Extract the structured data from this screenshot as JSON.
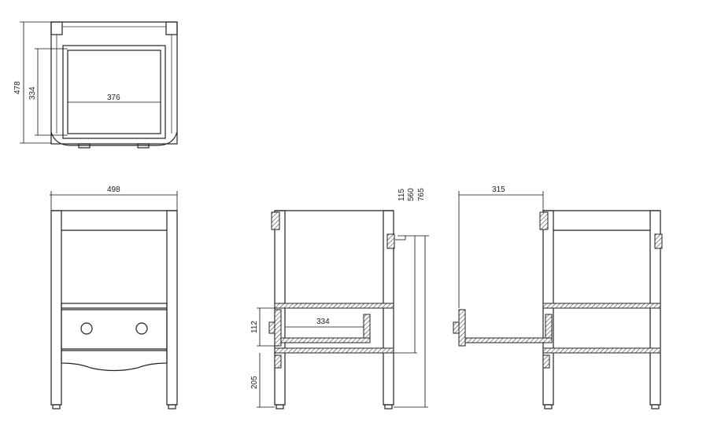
{
  "top_view": {
    "depth_label": "478",
    "inner_depth_label": "334",
    "inner_width_label": "376"
  },
  "front_view": {
    "width_label": "498"
  },
  "side_section": {
    "top_rail_label": "115",
    "shelf_height_label": "560",
    "total_height_label": "765",
    "drawer_height_label": "112",
    "drawer_depth_label": "334",
    "leg_height_label": "205"
  },
  "side_open": {
    "drawer_extension_label": "315"
  }
}
